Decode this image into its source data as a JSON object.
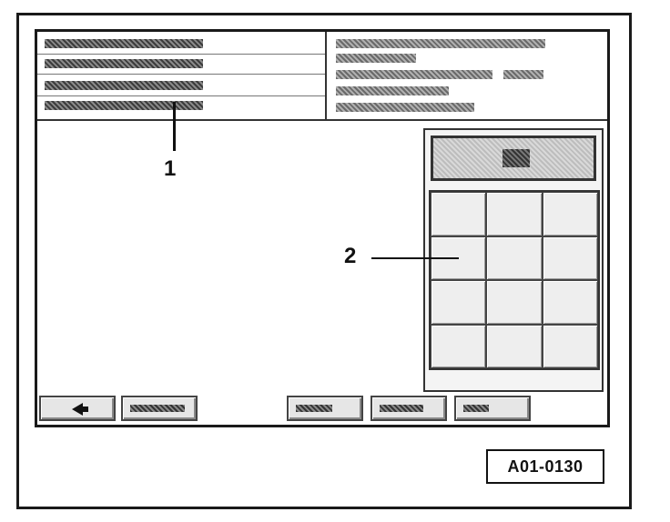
{
  "callouts": {
    "label_1": "1",
    "label_2": "2"
  },
  "figure_id": "A01-0130",
  "icons": {
    "back": "back-arrow-icon"
  }
}
